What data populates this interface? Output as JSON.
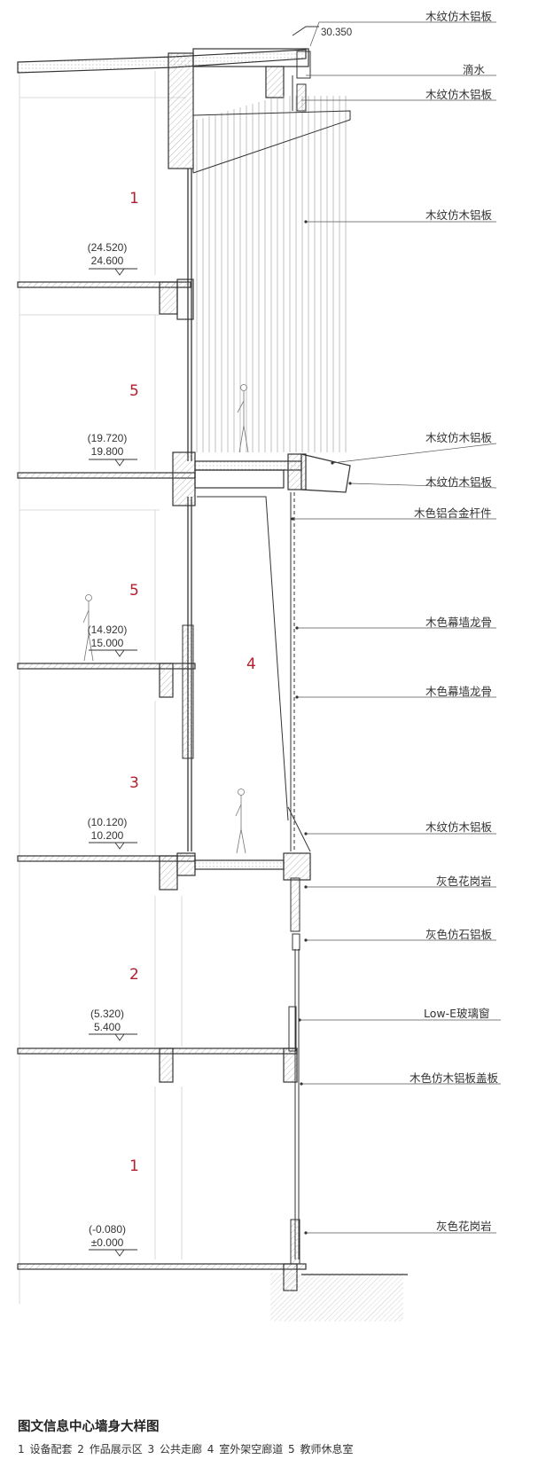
{
  "top_elevation": "30.350",
  "callouts": [
    "木纹仿木铝板",
    "滴水",
    "木纹仿木铝板",
    "木纹仿木铝板",
    "木纹仿木铝板",
    "木纹仿木铝板",
    "木色铝合金杆件",
    "木色幕墙龙骨",
    "木色幕墙龙骨",
    "木纹仿木铝板",
    "灰色花岗岩",
    "灰色仿石铝板",
    "Low-E玻璃窗",
    "木色仿木铝板盖板",
    "灰色花岗岩"
  ],
  "rooms": [
    "1",
    "5",
    "5",
    "4",
    "3",
    "2",
    "1"
  ],
  "levels": [
    {
      "upper": "(24.520)",
      "lower": "24.600"
    },
    {
      "upper": "(19.720)",
      "lower": "19.800"
    },
    {
      "upper": "(14.920)",
      "lower": "15.000"
    },
    {
      "upper": "(10.120)",
      "lower": "10.200"
    },
    {
      "upper": "(5.320)",
      "lower": "5.400"
    },
    {
      "upper": "(-0.080)",
      "lower": "±0.000"
    }
  ],
  "caption": {
    "title": "图文信息中心墙身大样图",
    "legend": "1 设备配套   2 作品展示区   3 公共走廊   4 室外架空廊道   5 教师休息室"
  }
}
